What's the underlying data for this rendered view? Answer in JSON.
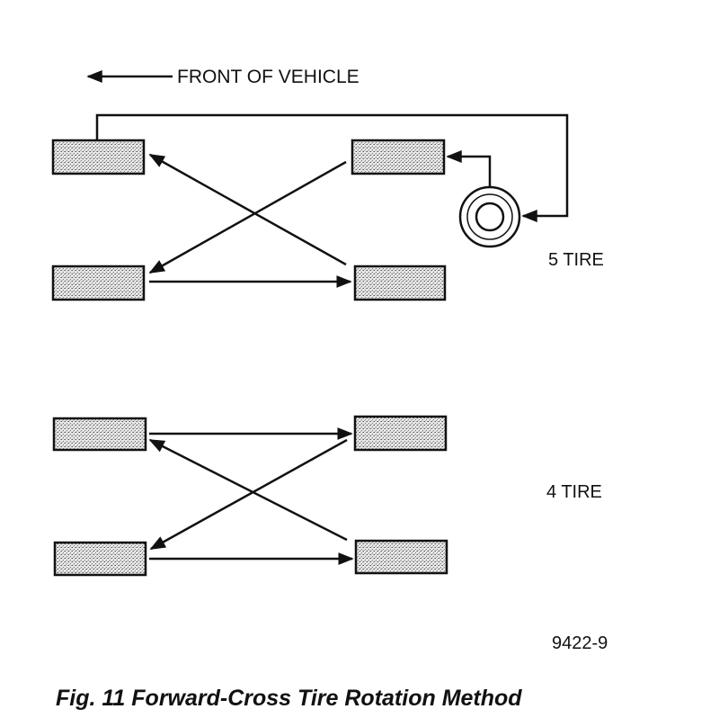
{
  "front_label": "FRONT OF VEHICLE",
  "five_tire_label": "5 TIRE",
  "four_tire_label": "4 TIRE",
  "figure_number": "9422-9",
  "caption": "Fig. 11 Forward-Cross Tire Rotation Method"
}
